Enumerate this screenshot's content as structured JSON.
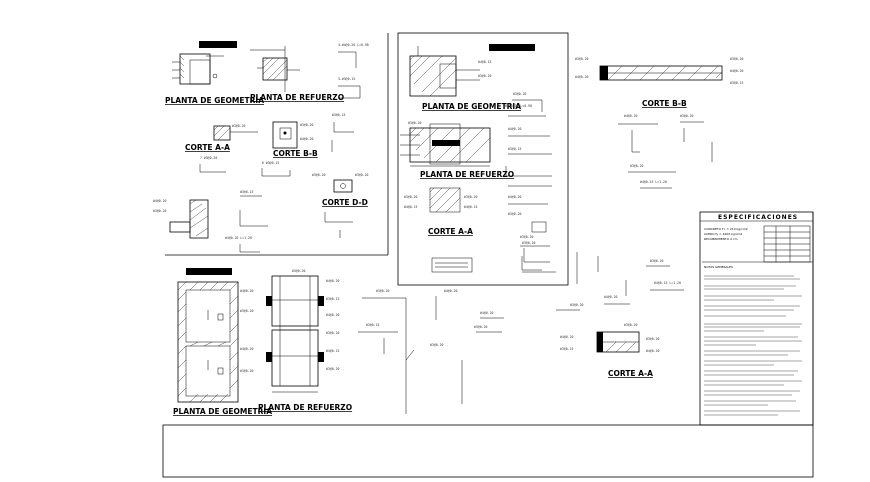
{
  "labels": {
    "planta_geometria_1": "PLANTA DE GEOMETRIA",
    "planta_refuerzo_1": "PLANTA DE REFUERZO",
    "corte_aa_small": "CORTE A-A",
    "corte_bb_small": "CORTE B-B",
    "corte_dd": "CORTE D-D",
    "planta_geometria_2": "PLANTA DE GEOMETRIA",
    "planta_refuerzo_2": "PLANTA DE REFUERZO",
    "corte_aa_mid": "CORTE A-A",
    "corte_bb_right": "CORTE B-B",
    "planta_geometria_3": "PLANTA DE GEOMETRIA",
    "planta_refuerzo_3": "PLANTA DE REFUERZO",
    "corte_aa_right": "CORTE A-A"
  },
  "specs": {
    "title": "ESPECIFICACIONES"
  }
}
